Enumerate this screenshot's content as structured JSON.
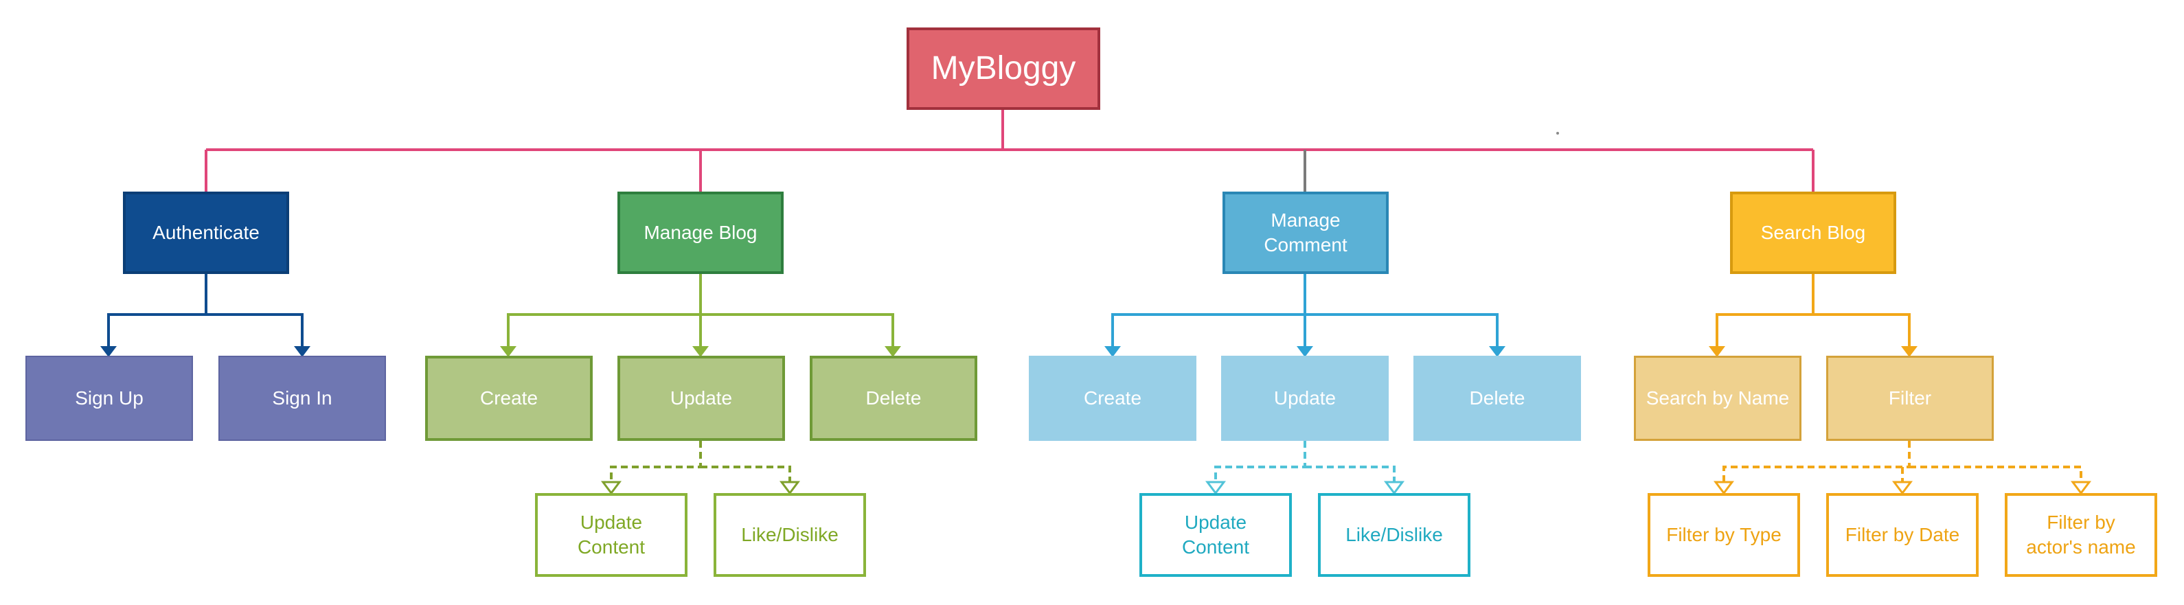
{
  "colors": {
    "root_fill": "#e0646e",
    "root_connector": "#e0467a",
    "authenticate": "#0f4c8f",
    "authenticate_children": "#6f77b2",
    "manage_blog": "#52a862",
    "manage_blog_children": "#b0c684",
    "manage_blog_line": "#8ab43a",
    "manage_comment": "#5bb1d6",
    "manage_comment_children": "#98cfe7",
    "manage_comment_line": "#2fa3d5",
    "search_blog": "#fbbd2c",
    "search_blog_children": "#efd18e",
    "search_blog_line": "#f2a718",
    "comment_leaf": "#1fb1c8"
  },
  "diagram": {
    "root": "MyBloggy",
    "authenticate": {
      "label": "Authenticate",
      "children": [
        "Sign Up",
        "Sign In"
      ]
    },
    "manage_blog": {
      "label": "Manage Blog",
      "children": [
        "Create",
        "Update",
        "Delete"
      ],
      "update_children": [
        "Update\nContent",
        "Like/Dislike"
      ]
    },
    "manage_comment": {
      "label": "Manage\nComment",
      "children": [
        "Create",
        "Update",
        "Delete"
      ],
      "update_children": [
        "Update\nContent",
        "Like/Dislike"
      ]
    },
    "search_blog": {
      "label": "Search Blog",
      "children": [
        "Search by Name",
        "Filter"
      ],
      "filter_children": [
        "Filter by Type",
        "Filter by Date",
        "Filter by\nactor's name"
      ]
    }
  }
}
